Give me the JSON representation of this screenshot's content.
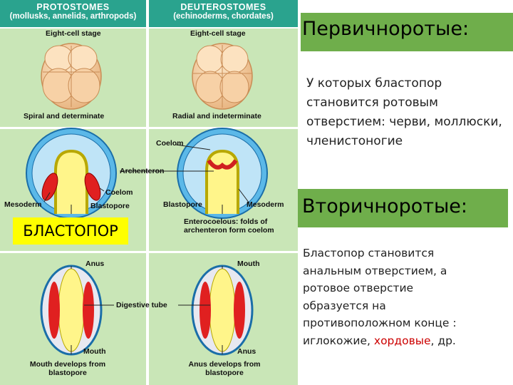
{
  "figure": {
    "protostomes": {
      "title": "PROTOSTOMES",
      "subtitle": "(mollusks, annelids, arthropods)"
    },
    "deuterostomes": {
      "title": "DEUTEROSTOMES",
      "subtitle": "(echinoderms, chordates)"
    },
    "labels": {
      "eight_cell_left": "Eight-cell stage",
      "eight_cell_right": "Eight-cell stage",
      "spiral": "Spiral and determinate",
      "radial": "Radial and indeterminate",
      "coelom_top": "Coelom",
      "archenteron": "Archenteron",
      "coelom_mid": "Coelom",
      "mesoderm_left": "Mesoderm",
      "blastopore_left": "Blastopore",
      "blastopore_right": "Blastopore",
      "mesoderm_right": "Mesoderm",
      "enterocoelous": "Enterocoelous: folds of archenteron form coelom",
      "anus_left": "Anus",
      "mouth_right": "Mouth",
      "digestive_tube": "Digestive tube",
      "mouth_left": "Mouth",
      "anus_right": "Anus",
      "mouth_develops": "Mouth develops from blastopore",
      "anus_develops": "Anus develops from blastopore"
    },
    "blastopore_box": "БЛАСТОПОР"
  },
  "right": {
    "protostome_title": "Первичноротые:",
    "protostome_text": "У которых бластопор становится ротовым отверстием: черви, моллюски, членистоногие",
    "deuterostome_title": "Вторичноротые:",
    "deuterostome_text_a": "Бластопор становится анальным отверстием, а ротовое отверстие образуется на противоположном конце : иглокожие,",
    "deuterostome_text_red": "хордовые",
    "deuterostome_text_b": ", др."
  },
  "colors": {
    "header": "#2aa38e",
    "panel": "#c9e6b7",
    "title_box": "#6fae4b",
    "highlight": "#ffff00"
  }
}
